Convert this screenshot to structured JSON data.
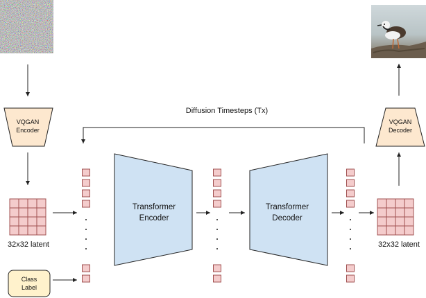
{
  "title": "Diffusion Timesteps (Tx)",
  "input_image": {
    "kind": "noise"
  },
  "output_image": {
    "kind": "photo",
    "subject": "bird"
  },
  "vqgan_encoder": {
    "line1": "VQGAN",
    "line2": "Encoder"
  },
  "vqgan_decoder": {
    "line1": "VQGAN",
    "line2": "Decoder"
  },
  "latent_in_label": "32x32 latent",
  "latent_out_label": "32x32 latent",
  "class_label": {
    "line1": "Class",
    "line2": "Label"
  },
  "transformer_encoder": {
    "line1": "Transformer",
    "line2": "Encoder"
  },
  "transformer_decoder": {
    "line1": "Transformer",
    "line2": "Decoder"
  },
  "colors": {
    "vqgan_fill": "#fde8cf",
    "transformer_fill": "#cfe2f3",
    "token_fill": "#f4cccc",
    "token_stroke": "#a05050",
    "class_fill": "#fff2cc",
    "line": "#222222"
  }
}
